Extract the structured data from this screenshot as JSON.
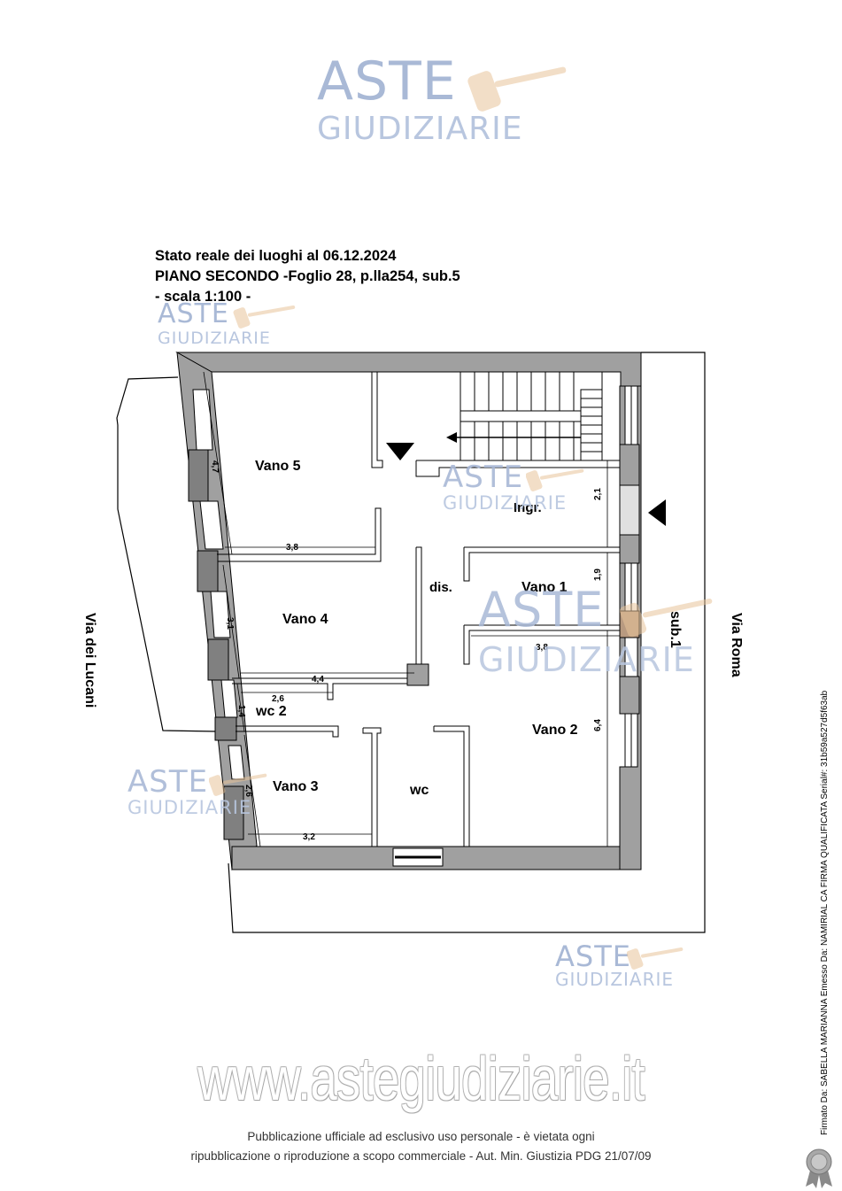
{
  "watermark": {
    "aste": "ASTE",
    "giudiziarie": "GIUDIZIARIE"
  },
  "header": {
    "line1": "Stato reale dei luoghi al 06.12.2024",
    "line2": "PIANO SECONDO -Foglio 28, p.lla254, sub.5",
    "line3": "- scala 1:100 -"
  },
  "plan": {
    "rooms": {
      "vano5": "Vano 5",
      "vano4": "Vano 4",
      "vano3": "Vano 3",
      "vano1": "Vano 1",
      "vano2": "Vano 2",
      "wc2": "wc 2",
      "wc": "wc",
      "dis": "dis.",
      "ingr": "Ingr.",
      "sub1": "sub.1"
    },
    "dimensions": {
      "d47": "4,7",
      "d38a": "3,8",
      "d31": "3,1",
      "d44": "4,4",
      "d26a": "2,6",
      "d14": "1,4",
      "d26b": "2,6",
      "d32": "3,2",
      "d21": "2,1",
      "d19": "1,9",
      "d38b": "3,8",
      "d64": "6,4"
    },
    "streets": {
      "left": "Via dei Lucani",
      "right": "Via Roma"
    }
  },
  "footer": {
    "website": "www.astegiudiziarie.it",
    "line1": "Pubblicazione ufficiale ad esclusivo uso personale - è vietata ogni",
    "line2": "ripubblicazione o riproduzione a scopo commerciale - Aut. Min. Giustizia PDG 21/07/09"
  },
  "signature": "Firmato Da: SABELLA MARIANNA Emesso Da: NAMIRIAL CA FIRMA QUALIFICATA Serial#: 31b59a527d5f63ab",
  "colors": {
    "wall": "#a0a0a0",
    "watermark": "#a9b9d6",
    "gavel": "#e8c49a"
  }
}
